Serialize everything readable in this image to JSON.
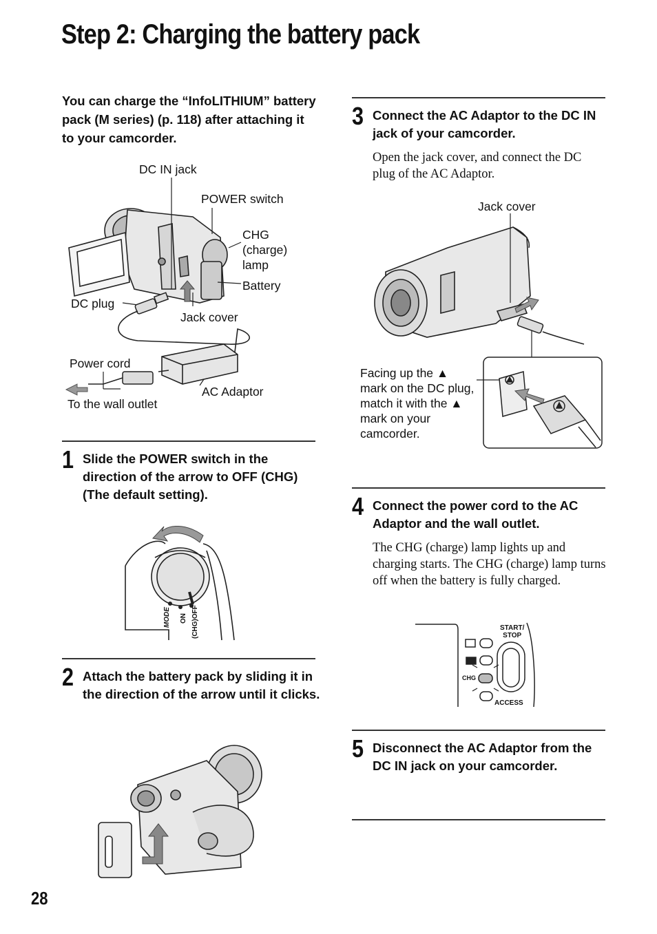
{
  "page": {
    "title": "Step 2: Charging the battery pack",
    "intro": "You can charge the “InfoLITHIUM” battery pack (M series) (p. 118) after attaching it to your camcorder.",
    "page_number": "28"
  },
  "figure1": {
    "labels": {
      "dc_in_jack": "DC IN jack",
      "power_switch": "POWER switch",
      "chg_lamp": "CHG\n(charge)\nlamp",
      "battery": "Battery",
      "dc_plug": "DC plug",
      "jack_cover": "Jack cover",
      "power_cord": "Power cord",
      "ac_adaptor": "AC Adaptor",
      "wall_outlet": "To the wall outlet"
    }
  },
  "steps": [
    {
      "number": "1",
      "heading": "Slide the POWER switch in the direction of the arrow to OFF (CHG) (The default setting).",
      "body": ""
    },
    {
      "number": "2",
      "heading": "Attach the battery pack by sliding it in the direction of the arrow until it clicks.",
      "body": ""
    },
    {
      "number": "3",
      "heading": "Connect the AC Adaptor to the DC IN jack of your camcorder.",
      "body": "Open the jack cover, and connect the DC plug of the AC Adaptor."
    },
    {
      "number": "4",
      "heading": "Connect the power cord to the AC Adaptor and the wall outlet.",
      "body": "The CHG (charge) lamp lights up and charging starts. The CHG (charge) lamp turns off when the battery is fully charged."
    },
    {
      "number": "5",
      "heading": "Disconnect the AC Adaptor from the DC IN jack on your camcorder.",
      "body": ""
    }
  ],
  "figure_dial": {
    "labels": {
      "mode": "MODE",
      "on": "ON",
      "off": "(CHG)OFF"
    }
  },
  "figure3": {
    "labels": {
      "jack_cover": "Jack cover",
      "facing_note": "Facing up the ▲ mark on the DC plug, match it with the ▲ mark on your camcorder."
    }
  },
  "figure4": {
    "labels": {
      "start_stop": "START/\nSTOP",
      "chg": "CHG",
      "access": "ACCESS"
    }
  }
}
